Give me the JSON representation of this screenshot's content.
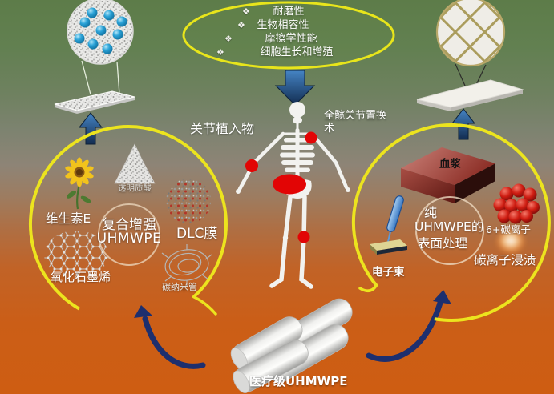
{
  "colors": {
    "bg_top_green": "#5d7c49",
    "bg_bottom_orange": "#ce5d12",
    "ring_yellow": "#ece41e",
    "arrow_navy": "#1d2f6e",
    "marker_red": "#e20505"
  },
  "benefits_ellipse": {
    "bullet": "❖",
    "items": [
      "耐磨性",
      "生物相容性",
      "摩擦学性能",
      "细胞生长和增殖"
    ]
  },
  "center_labels": {
    "joint_implants": "关节植入物",
    "total_hip_replacement": "全髋关节置换术"
  },
  "left_cycle": {
    "vitamin_e": "维生素E",
    "hyaluronic_acid": "透明质酸",
    "center_title_line1": "复合增强",
    "center_title_line2": "UHMWPE",
    "dlc_film": "DLC膜",
    "graphene_oxide": "氧化石墨烯",
    "carbon_nanotube": "碳纳米管"
  },
  "right_cycle": {
    "plasma": "血浆",
    "center_title_line1": "纯",
    "center_title_line2": "UHMWPE的",
    "center_title_line3": "表面处理",
    "carbon_ions": "6+碳离子",
    "carbon_ion_immersion": "碳离子浸渍",
    "electron_beam": "电子束"
  },
  "bottom": {
    "medical_grade_uhmwpe": "医疗级UHMWPE"
  }
}
